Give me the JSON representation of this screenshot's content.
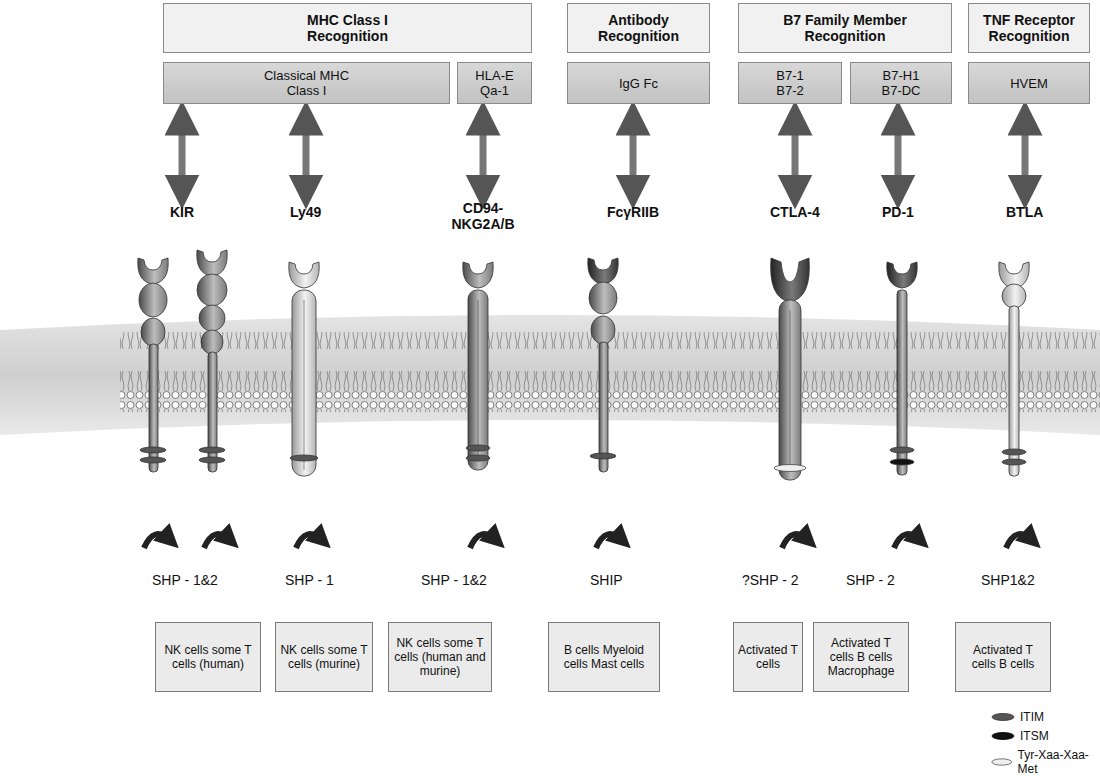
{
  "diagram": {
    "nodes": [
      {
        "text": [
          "MHC Class I Recognition"
        ]
      },
      {
        "text": [
          "Antibody Recognition"
        ]
      },
      {
        "text": [
          "B7 Family Member Recognition"
        ]
      },
      {
        "text": [
          "TNF Receptor Recognition"
        ]
      },
      {
        "text": [
          "Classical MHC Class I"
        ]
      },
      {
        "text": [
          "HLA-E Qa-1"
        ]
      },
      {
        "text": [
          "IgG Fc"
        ]
      },
      {
        "text": [
          "B7-1 B7-2"
        ]
      },
      {
        "text": [
          "B7-H1 B7-DC"
        ]
      },
      {
        "text": [
          "HVEM"
        ]
      },
      {
        "text": [
          "NK cells some T cells (human)"
        ]
      },
      {
        "text": [
          "NK cells some T cells (murine)"
        ]
      },
      {
        "text": [
          "NK cells some T cells (human and murine)"
        ]
      },
      {
        "text": [
          "B cells Myeloid cells Mast cells"
        ]
      },
      {
        "text": [
          "Activated T cells"
        ]
      },
      {
        "text": [
          "Activated T cells B cells Macrophage"
        ]
      },
      {
        "text": [
          "Activated T cells B cells"
        ]
      }
    ],
    "labels": [
      "KIR",
      "Ly49",
      "CD94- NKG2A/B",
      "FcγRIIB",
      "CTLA-4",
      "PD-1",
      "BTLA",
      "SHP - 1&2",
      "SHP - 1",
      "SHP - 1&2",
      "SHIP",
      "?SHP - 2",
      "SHP - 2",
      "SHP1&2"
    ],
    "legend": [
      {
        "text": "ITIM"
      },
      {
        "text": "ITSM"
      },
      {
        "text": "Tyr-Xaa-Xaa-Met"
      }
    ]
  }
}
